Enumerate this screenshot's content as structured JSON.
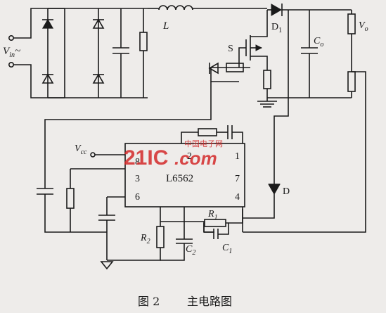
{
  "labels": {
    "vin": "V",
    "vin_sub": "in",
    "vin_suffix": "~",
    "inductor": "L",
    "diode_d1": "D",
    "diode_d1_sub": "1",
    "cap_co": "C",
    "cap_co_sub": "o",
    "vout": "V",
    "vout_sub": "o",
    "switch": "S",
    "vcc": "V",
    "vcc_sub": "cc",
    "diode_d": "D",
    "r1": "R",
    "r1_sub": "1",
    "r2": "R",
    "r2_sub": "2",
    "c1": "C",
    "c1_sub": "1",
    "c2": "C",
    "c2_sub": "2"
  },
  "ic": {
    "name": "L6562",
    "pins_left": [
      "8",
      "3",
      "6"
    ],
    "pins_right": [
      "1",
      "7",
      "4"
    ],
    "pin_inner": "2"
  },
  "watermark": {
    "logo": "21IC",
    "domain": ".com",
    "chinese": "中国电子网"
  },
  "caption": {
    "figure": "图 2",
    "title": "主电路图"
  }
}
